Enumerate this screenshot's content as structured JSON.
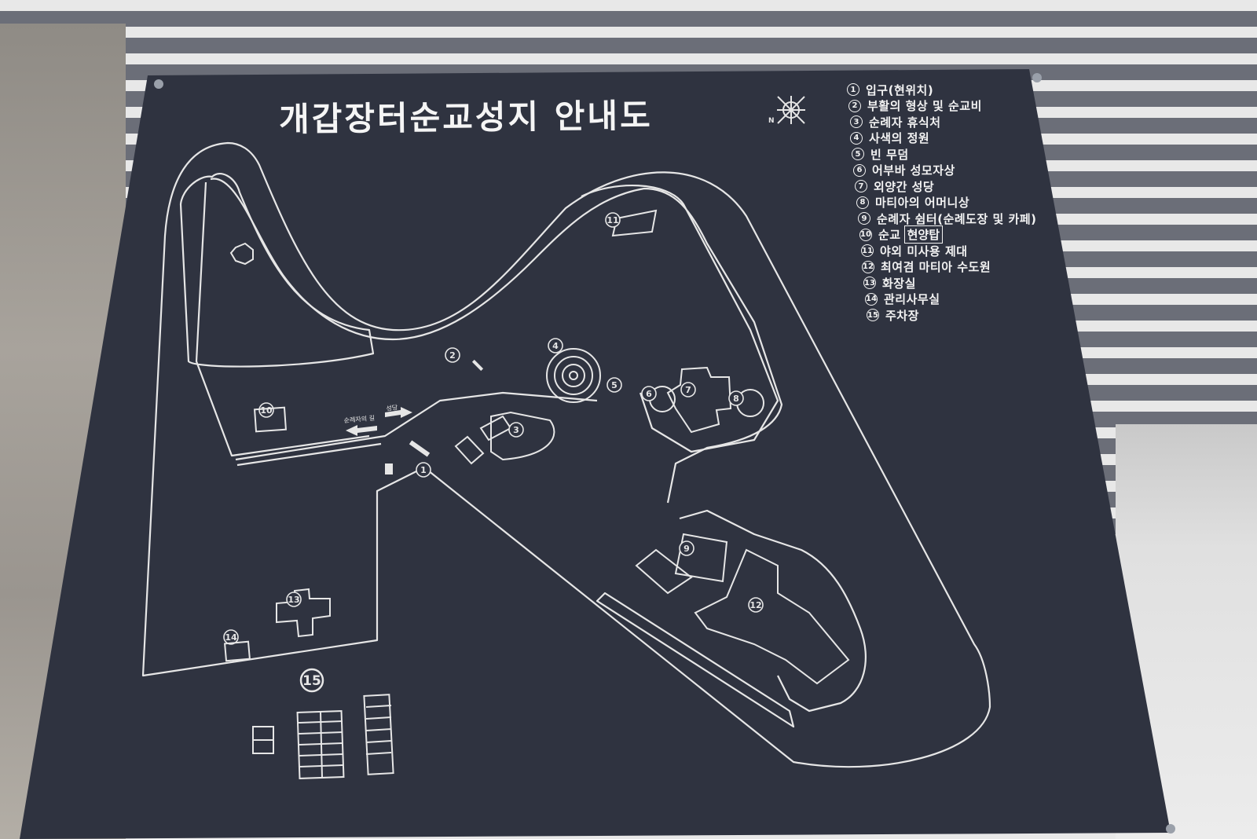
{
  "title": "개갑장터순교성지 안내도",
  "compass": {
    "letter": "N"
  },
  "legend": [
    {
      "num": "1",
      "label": "입구(현위치)"
    },
    {
      "num": "2",
      "label": "부활의 형상 및 순교비"
    },
    {
      "num": "3",
      "label": "순례자 휴식처"
    },
    {
      "num": "4",
      "label": "사색의 정원"
    },
    {
      "num": "5",
      "label": "빈 무덤"
    },
    {
      "num": "6",
      "label": "어부바 성모자상"
    },
    {
      "num": "7",
      "label": "외양간 성당"
    },
    {
      "num": "8",
      "label": "마티아의 어머니상"
    },
    {
      "num": "9",
      "label": "순례자 쉼터(순례도장 및 카페)"
    },
    {
      "num": "10",
      "label": "순교",
      "boxed": "현양탑"
    },
    {
      "num": "11",
      "label": "야외 미사용 제대"
    },
    {
      "num": "12",
      "label": "최여겸 마티아 수도원"
    },
    {
      "num": "13",
      "label": "화장실"
    },
    {
      "num": "14",
      "label": "관리사무실"
    },
    {
      "num": "15",
      "label": "주차장"
    }
  ],
  "path_labels": {
    "pilgrim_road": "순례자의 길",
    "church": "성당"
  },
  "map_markers": [
    {
      "num": "1"
    },
    {
      "num": "2"
    },
    {
      "num": "3"
    },
    {
      "num": "4"
    },
    {
      "num": "5"
    },
    {
      "num": "6"
    },
    {
      "num": "7"
    },
    {
      "num": "8"
    },
    {
      "num": "9"
    },
    {
      "num": "10"
    },
    {
      "num": "11"
    },
    {
      "num": "12"
    },
    {
      "num": "13"
    },
    {
      "num": "14"
    },
    {
      "num": "15"
    }
  ],
  "colors": {
    "board": "#2f3340",
    "line": "#e6e6e6",
    "wall_light": "#e8e8e8",
    "wall_dark": "#6b6e78"
  }
}
